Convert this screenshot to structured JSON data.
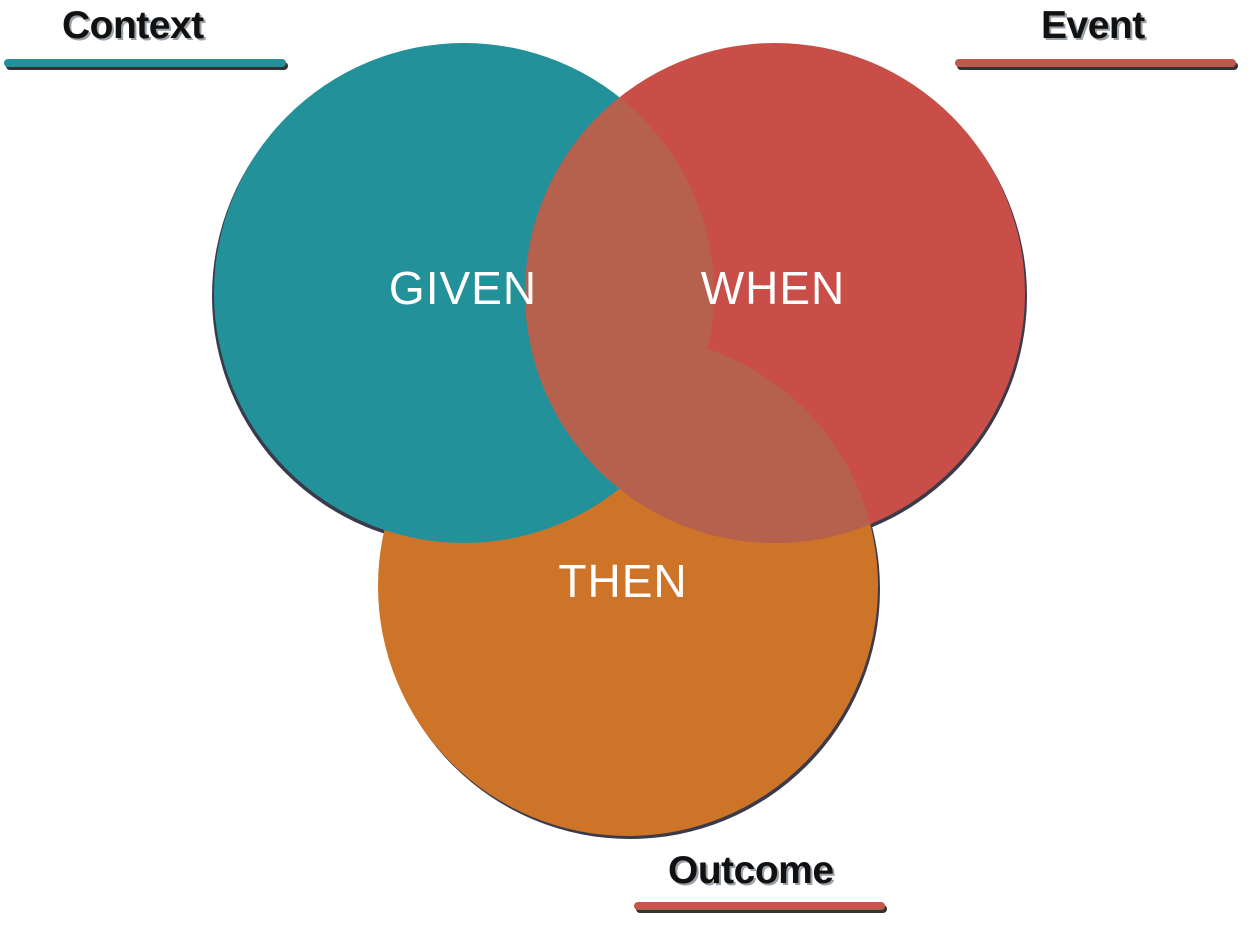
{
  "diagram": {
    "circles": {
      "given": {
        "label": "GIVEN",
        "color": "#23919a"
      },
      "when": {
        "label": "WHEN",
        "color": "#c94e47"
      },
      "then": {
        "label": "THEN",
        "color": "#cd7428"
      },
      "overlap_color": "#b5614d"
    },
    "labels": {
      "context": {
        "text": "Context",
        "underline_color": "#23919a"
      },
      "event": {
        "text": "Event",
        "underline_color": "#c0584c"
      },
      "outcome": {
        "text": "Outcome",
        "underline_color": "#c0584c"
      }
    }
  }
}
